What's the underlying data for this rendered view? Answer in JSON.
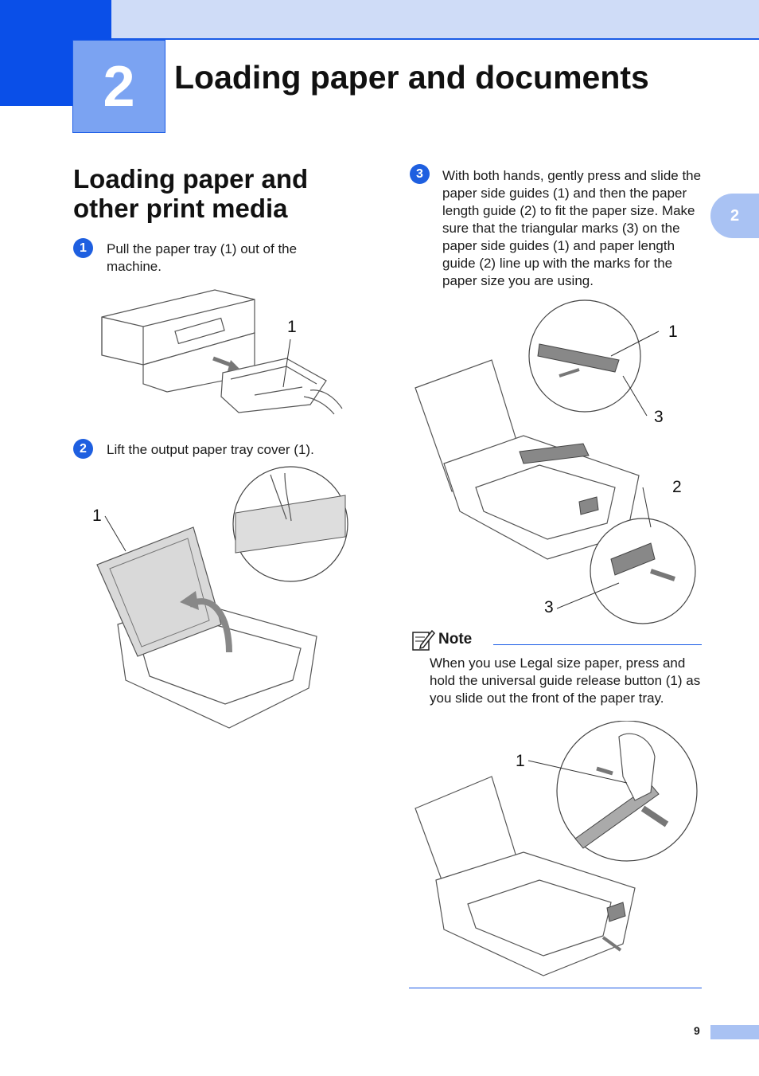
{
  "chapter": {
    "number": "2",
    "title": "Loading paper and documents"
  },
  "side_tab": "2",
  "section": {
    "title": "Loading paper and other print media"
  },
  "steps": [
    {
      "marker": "1",
      "text": "Pull the paper tray (1) out of the machine."
    },
    {
      "marker": "2",
      "text": "Lift the output paper tray cover (1)."
    },
    {
      "marker": "3",
      "text": "With both hands, gently press and slide the paper side guides (1) and then the paper length guide (2) to fit the paper size. Make sure that the triangular marks (3) on the paper side guides (1) and paper length guide (2) line up with the marks for the paper size you are using."
    }
  ],
  "figures": {
    "fig1_callouts": [
      "1"
    ],
    "fig2_callouts": [
      "1"
    ],
    "fig3_callouts": [
      "1",
      "3",
      "2",
      "3"
    ],
    "fig4_callouts": [
      "1"
    ]
  },
  "note": {
    "label": "Note",
    "text": "When you use Legal size paper, press and hold the universal guide release button (1) as you slide out the front of the paper tray."
  },
  "page_number": "9",
  "colors": {
    "accent": "#1a5be6",
    "dark_blue": "#0a4fe8",
    "light_blue": "#cfdcf7",
    "tab_blue": "#a9c2f3"
  }
}
